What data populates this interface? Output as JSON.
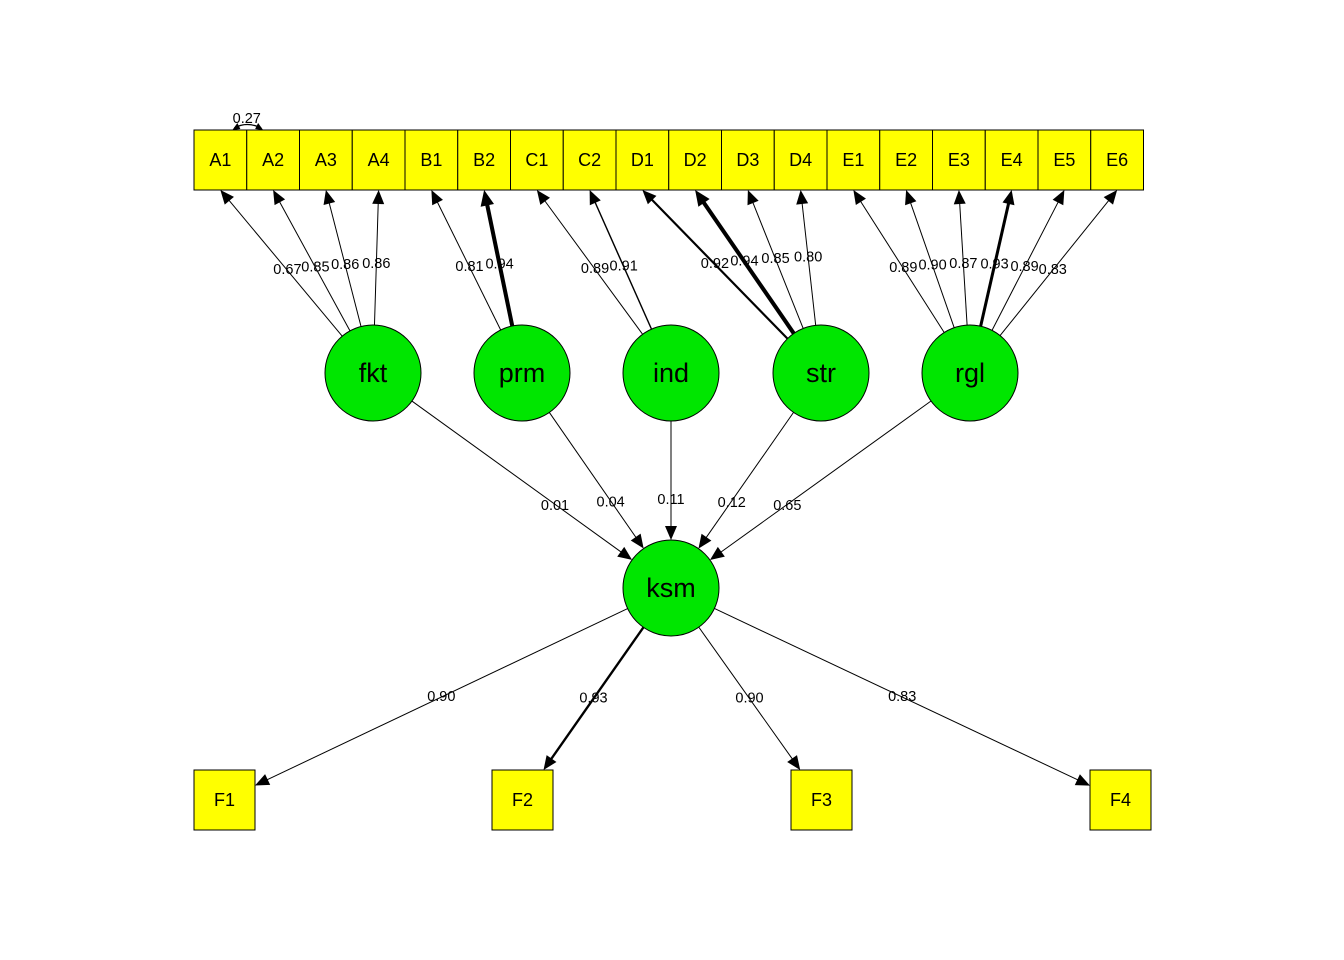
{
  "colors": {
    "indicator_fill": "#ffff00",
    "latent_fill": "#00e600",
    "edge": "#000000",
    "background": "#ffffff"
  },
  "indicators_top": [
    "A1",
    "A2",
    "A3",
    "A4",
    "B1",
    "B2",
    "C1",
    "C2",
    "D1",
    "D2",
    "D3",
    "D4",
    "E1",
    "E2",
    "E3",
    "E4",
    "E5",
    "E6"
  ],
  "indicators_bottom": [
    "F1",
    "F2",
    "F3",
    "F4"
  ],
  "latents": [
    "fkt",
    "prm",
    "ind",
    "str",
    "rgl"
  ],
  "outcome": "ksm",
  "covariance": {
    "from": "A1",
    "to": "A2",
    "label": "0.27"
  },
  "loadings": [
    {
      "from": "fkt",
      "to": "A1",
      "label": "0.67"
    },
    {
      "from": "fkt",
      "to": "A2",
      "label": "0.85"
    },
    {
      "from": "fkt",
      "to": "A3",
      "label": "0.86"
    },
    {
      "from": "fkt",
      "to": "A4",
      "label": "0.86"
    },
    {
      "from": "prm",
      "to": "B1",
      "label": "0.81"
    },
    {
      "from": "prm",
      "to": "B2",
      "label": "0.94"
    },
    {
      "from": "ind",
      "to": "C1",
      "label": "0.89"
    },
    {
      "from": "ind",
      "to": "C2",
      "label": "0.91"
    },
    {
      "from": "str",
      "to": "D1",
      "label": "0.92"
    },
    {
      "from": "str",
      "to": "D2",
      "label": "0.94"
    },
    {
      "from": "str",
      "to": "D3",
      "label": "0.85"
    },
    {
      "from": "str",
      "to": "D4",
      "label": "0.80"
    },
    {
      "from": "rgl",
      "to": "E1",
      "label": "0.89"
    },
    {
      "from": "rgl",
      "to": "E2",
      "label": "0.90"
    },
    {
      "from": "rgl",
      "to": "E3",
      "label": "0.87"
    },
    {
      "from": "rgl",
      "to": "E4",
      "label": "0.93"
    },
    {
      "from": "rgl",
      "to": "E5",
      "label": "0.89"
    },
    {
      "from": "rgl",
      "to": "E6",
      "label": "0.83"
    }
  ],
  "regressions": [
    {
      "from": "fkt",
      "to": "ksm",
      "label": "0.01"
    },
    {
      "from": "prm",
      "to": "ksm",
      "label": "0.04"
    },
    {
      "from": "ind",
      "to": "ksm",
      "label": "0.11"
    },
    {
      "from": "str",
      "to": "ksm",
      "label": "0.12"
    },
    {
      "from": "rgl",
      "to": "ksm",
      "label": "0.65"
    }
  ],
  "outcome_loadings": [
    {
      "from": "ksm",
      "to": "F1",
      "label": "0.90"
    },
    {
      "from": "ksm",
      "to": "F2",
      "label": "0.93"
    },
    {
      "from": "ksm",
      "to": "F3",
      "label": "0.90"
    },
    {
      "from": "ksm",
      "to": "F4",
      "label": "0.83"
    }
  ]
}
